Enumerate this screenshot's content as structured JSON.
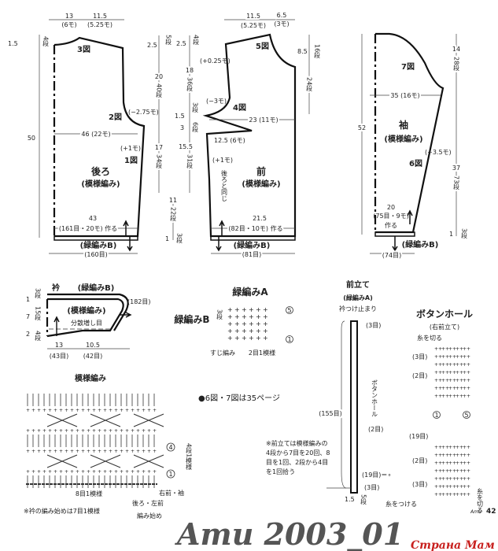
{
  "back": {
    "w_top1": "13",
    "w_top1_st": "(6モ)",
    "w_top2": "11.5",
    "w_top2_st": "(5.25モ)",
    "h_shoulder": "1.5",
    "h_shoulder_rows": "4段",
    "fig3": "3図",
    "fig2": "2図",
    "armhole_dec": "(−2.75モ)",
    "chest": "46 (22モ)",
    "height": "50",
    "side_inc": "(+1モ)",
    "fig1": "1図",
    "title": "後ろ",
    "pattern": "(模様編み)",
    "cast_w": "43",
    "cast_st": "(161目・20モ) 作る",
    "border": "(緑編みB)",
    "border_st": "(160目)"
  },
  "center_dims": {
    "a1": "2.5",
    "a1r": "5段",
    "a2": "20",
    "a2r": "40段",
    "a3": "17",
    "a3r": "34段",
    "a4": "11",
    "a4r": "22段",
    "a5": "1",
    "a5r": "3段",
    "b1": "2.5",
    "b1r": "4段",
    "b_inc": "(+0.25モ)",
    "b2": "18",
    "b2r": "36段",
    "b_dec": "(−3モ)",
    "b3": "1.5",
    "b3r": "3段",
    "b4": "3",
    "b4r": "6段",
    "b5": "15.5",
    "b5r": "31段"
  },
  "front": {
    "w_top1": "11.5",
    "w_top1_st": "(5.25モ)",
    "w_top2": "6.5",
    "w_top2_st": "(3モ)",
    "fig5": "5図",
    "h_neck": "8.5",
    "h_neck_rows": "16段",
    "h_rows2": "24段",
    "fig4": "4図",
    "chest": "23 (11モ)",
    "dart": "12.5 (6モ)",
    "side_inc": "(+1モ)",
    "same_as_back": "後ろと同じ",
    "title": "前",
    "pattern": "(模様編み)",
    "cast_w": "21.5",
    "cast_st": "(82目・10モ) 作る",
    "border": "(緑編みB)",
    "border_st": "(81目)"
  },
  "sleeve": {
    "fig7": "7図",
    "width": "35 (16モ)",
    "height": "52",
    "title": "袖",
    "pattern": "(模様編み)",
    "fig6": "6図",
    "inc": "(+3.5モ)",
    "cap_h": "14",
    "cap_rows": "28段",
    "body_h": "37",
    "body_rows": "73段",
    "cast_w": "20",
    "cast_st": "(75目・9モ)",
    "cast_label": "作る",
    "border_h": "1",
    "border_rows": "3段",
    "border": "(緑編みB)",
    "border_st": "(74目)"
  },
  "collar": {
    "title": "衿",
    "border": "(緑編みB)",
    "count": "(182目)",
    "pattern": "(模様編み)",
    "inc": "分散増し目",
    "h1": "1",
    "h1r": "3段",
    "h2": "7",
    "h2r": "15段",
    "h3": "2",
    "h3r": "4段",
    "w1": "13",
    "w1s": "(43目)",
    "w2": "10.5",
    "w2s": "(42目)"
  },
  "edging": {
    "title_a": "緑編みA",
    "title_b": "緑編みB",
    "rows": "3段",
    "row5": "5",
    "row1": "1",
    "back_loop": "すじ編み",
    "repeat": "2目1模様"
  },
  "front_band": {
    "title": "前立て",
    "sub": "(緑編みA)",
    "stop": "衿つけ止まり",
    "top_st": "(3目)",
    "total": "(155目)",
    "buttonhole": "ボタンホール",
    "bh_st": "(2目)",
    "gap": "(19目)＝∘",
    "bottom_st": "(3目)",
    "w": "1.5",
    "rows": "5段",
    "note": [
      "※前立ては模様編みの",
      "4段から7目を20回、8",
      "目を1回、2段から4目",
      "を1回拾う"
    ]
  },
  "buttonhole": {
    "title": "ボタンホール",
    "sub": "(右前立て)",
    "cut": "糸を切る",
    "s1": "(3目)",
    "s2": "(2目)",
    "s3": "(19目)",
    "s4": "(2目)",
    "s5": "(3目)",
    "attach": "糸をつける",
    "cut2": "糸を切る",
    "row1": "1",
    "row5": "5"
  },
  "pattern_stitch": {
    "title": "模様編み",
    "row4": "4",
    "row1": "1",
    "repeat_rows": "4段1模様",
    "repeat_st": "8目1模様",
    "right": "右前・袖",
    "left": "後ろ・左前",
    "start": "編み始め",
    "note": "※衿の編み始めは7目1模様"
  },
  "ref_note": "●6図・7図は35ページ",
  "footer": {
    "watermark": "Amu 2003_01",
    "page": "42",
    "brand_small": "Amu",
    "site": "Страна Мам"
  }
}
